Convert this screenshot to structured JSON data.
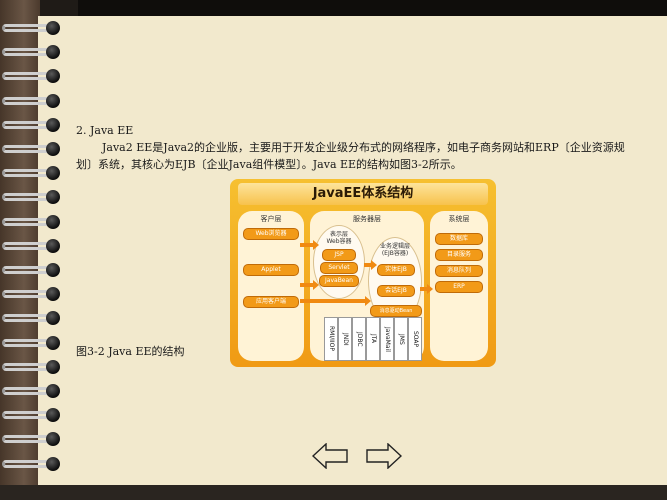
{
  "text": {
    "heading": "2. Java EE",
    "paragraph": "Java2 EE是Java2的企业版，主要用于开发企业级分布式的网络程序，如电子商务网站和ERP〔企业资源规划〕系统，其核心为EJB〔企业Java组件模型〕。Java EE的结构如图3-2所示。",
    "caption": "图3-2   Java EE的结构"
  },
  "figure": {
    "title": "JavaEE体系结构",
    "client": {
      "label": "客户层",
      "items": [
        "Web浏览器",
        "Applet",
        "应用客户端"
      ]
    },
    "server": {
      "label": "服务器层",
      "web_container": {
        "label_line1": "表示层",
        "label_line2": "Web容器",
        "items": [
          "JSP",
          "Servlet",
          "JavaBean"
        ]
      },
      "ejb_container": {
        "label_line1": "业务逻辑层",
        "label_line2": "(EJB容器)",
        "items": [
          "实体EJB",
          "会话EJB",
          "消息驱动Bean"
        ]
      },
      "apis": [
        "RMI/IIOP",
        "JNDI",
        "JDBC",
        "JTA",
        "JavaMail",
        "JMS",
        "SOAP"
      ]
    },
    "system": {
      "label": "系统层",
      "items": [
        "数据库",
        "目录服务",
        "消息队列",
        "ERP"
      ]
    }
  },
  "navigation": {
    "prev": "previous",
    "next": "next"
  },
  "colors": {
    "paper": "#f2e9cd",
    "figure_orange": "#f09a14",
    "pill_orange": "#f29a18"
  }
}
